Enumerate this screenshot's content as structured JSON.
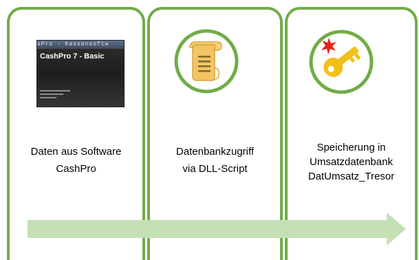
{
  "panels": [
    {
      "lines": [
        "Daten aus Software",
        "CashPro"
      ],
      "icon": "cashpro-screenshot"
    },
    {
      "lines": [
        "Datenbankzugriff",
        "via DLL-Script"
      ],
      "icon": "document-scroll-icon"
    },
    {
      "lines": [
        "Speicherung in",
        "Umsatzdatenbank",
        "DatUmsatz_Tresor"
      ],
      "icon": "key-icon"
    }
  ],
  "screenshot": {
    "topbar": "sPro - Kassensoftw",
    "title": "CashPro 7 - Basic"
  },
  "colors": {
    "border": "#70ad47",
    "arrow": "#c5e0b4",
    "icon_ring": "#70ad47",
    "scroll": "#f4c463",
    "key": "#f2c019",
    "spark": "#e0241b"
  }
}
